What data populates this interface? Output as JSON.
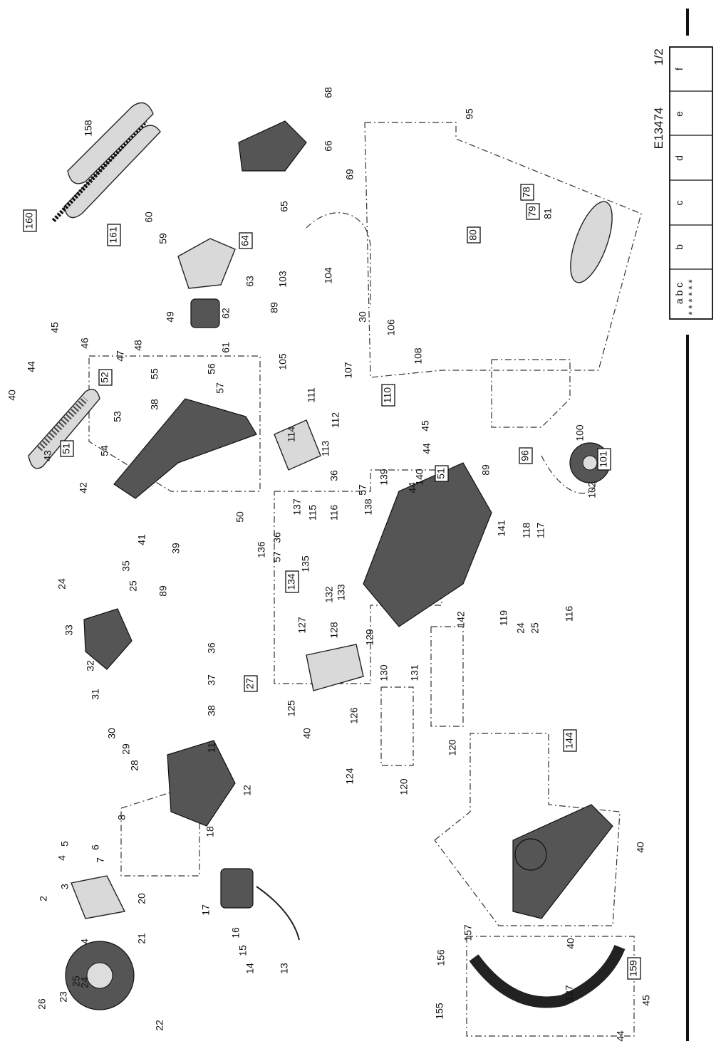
{
  "document_code": "E13474",
  "sheet": "1/2",
  "revision_table": {
    "columns": [
      "a b c",
      "b",
      "c",
      "d",
      "e",
      "f"
    ],
    "marks": [
      "*",
      "*",
      "*",
      "*",
      "*",
      "*"
    ]
  },
  "part_labels": [
    {
      "id": "n2",
      "text": "2",
      "boxed": false
    },
    {
      "id": "n3",
      "text": "3",
      "boxed": false
    },
    {
      "id": "n4a",
      "text": "4",
      "boxed": false
    },
    {
      "id": "n4b",
      "text": "4",
      "boxed": false
    },
    {
      "id": "n5",
      "text": "5",
      "boxed": false
    },
    {
      "id": "n6",
      "text": "6",
      "boxed": false
    },
    {
      "id": "n7",
      "text": "7",
      "boxed": false
    },
    {
      "id": "n8",
      "text": "8",
      "boxed": false
    },
    {
      "id": "n11",
      "text": "11",
      "boxed": false
    },
    {
      "id": "n12",
      "text": "12",
      "boxed": false
    },
    {
      "id": "n13",
      "text": "13",
      "boxed": false
    },
    {
      "id": "n14",
      "text": "14",
      "boxed": false
    },
    {
      "id": "n15",
      "text": "15",
      "boxed": false
    },
    {
      "id": "n16",
      "text": "16",
      "boxed": false
    },
    {
      "id": "n17",
      "text": "17",
      "boxed": false
    },
    {
      "id": "n18",
      "text": "18",
      "boxed": false
    },
    {
      "id": "n20",
      "text": "20",
      "boxed": false
    },
    {
      "id": "n21",
      "text": "21",
      "boxed": false
    },
    {
      "id": "n22",
      "text": "22",
      "boxed": false
    },
    {
      "id": "n23",
      "text": "23",
      "boxed": false
    },
    {
      "id": "n24a",
      "text": "24",
      "boxed": false
    },
    {
      "id": "n25a",
      "text": "25",
      "boxed": false
    },
    {
      "id": "n26",
      "text": "26",
      "boxed": false
    },
    {
      "id": "n27",
      "text": "27",
      "boxed": true
    },
    {
      "id": "n28",
      "text": "28",
      "boxed": false
    },
    {
      "id": "n29",
      "text": "29",
      "boxed": false
    },
    {
      "id": "n30a",
      "text": "30",
      "boxed": false
    },
    {
      "id": "n31",
      "text": "31",
      "boxed": false
    },
    {
      "id": "n32",
      "text": "32",
      "boxed": false
    },
    {
      "id": "n33",
      "text": "33",
      "boxed": false
    },
    {
      "id": "n24b",
      "text": "24",
      "boxed": false
    },
    {
      "id": "n25b",
      "text": "25",
      "boxed": false
    },
    {
      "id": "n35",
      "text": "35",
      "boxed": false
    },
    {
      "id": "n36a",
      "text": "36",
      "boxed": false
    },
    {
      "id": "n37a",
      "text": "37",
      "boxed": false
    },
    {
      "id": "n38a",
      "text": "38",
      "boxed": false
    },
    {
      "id": "n39",
      "text": "39",
      "boxed": false
    },
    {
      "id": "n40a",
      "text": "40",
      "boxed": false
    },
    {
      "id": "n40b",
      "text": "40",
      "boxed": false
    },
    {
      "id": "n41",
      "text": "41",
      "boxed": false
    },
    {
      "id": "n42",
      "text": "42",
      "boxed": false
    },
    {
      "id": "n43",
      "text": "43",
      "boxed": false
    },
    {
      "id": "n44a",
      "text": "44",
      "boxed": false
    },
    {
      "id": "n45a",
      "text": "45",
      "boxed": false
    },
    {
      "id": "n46",
      "text": "46",
      "boxed": false
    },
    {
      "id": "n47",
      "text": "47",
      "boxed": false
    },
    {
      "id": "n48",
      "text": "48",
      "boxed": false
    },
    {
      "id": "n49",
      "text": "49",
      "boxed": false
    },
    {
      "id": "n50",
      "text": "50",
      "boxed": false
    },
    {
      "id": "n51a",
      "text": "51",
      "boxed": true
    },
    {
      "id": "n52",
      "text": "52",
      "boxed": true
    },
    {
      "id": "n53",
      "text": "53",
      "boxed": false
    },
    {
      "id": "n54",
      "text": "54",
      "boxed": false
    },
    {
      "id": "n55",
      "text": "55",
      "boxed": false
    },
    {
      "id": "n56",
      "text": "56",
      "boxed": false
    },
    {
      "id": "n57a",
      "text": "57",
      "boxed": false
    },
    {
      "id": "n38b",
      "text": "38",
      "boxed": false
    },
    {
      "id": "n59",
      "text": "59",
      "boxed": false
    },
    {
      "id": "n60",
      "text": "60",
      "boxed": false
    },
    {
      "id": "n61",
      "text": "61",
      "boxed": false
    },
    {
      "id": "n62",
      "text": "62",
      "boxed": false
    },
    {
      "id": "n63",
      "text": "63",
      "boxed": false
    },
    {
      "id": "n64",
      "text": "64",
      "boxed": true
    },
    {
      "id": "n65",
      "text": "65",
      "boxed": false
    },
    {
      "id": "n66",
      "text": "66",
      "boxed": false
    },
    {
      "id": "n68",
      "text": "68",
      "boxed": false
    },
    {
      "id": "n69",
      "text": "69",
      "boxed": false
    },
    {
      "id": "n78",
      "text": "78",
      "boxed": true
    },
    {
      "id": "n79",
      "text": "79",
      "boxed": true
    },
    {
      "id": "n80",
      "text": "80",
      "boxed": true
    },
    {
      "id": "n81",
      "text": "81",
      "boxed": false
    },
    {
      "id": "n89a",
      "text": "89",
      "boxed": false
    },
    {
      "id": "n89b",
      "text": "89",
      "boxed": false
    },
    {
      "id": "n89c",
      "text": "89",
      "boxed": false
    },
    {
      "id": "n95",
      "text": "95",
      "boxed": false
    },
    {
      "id": "n96",
      "text": "96",
      "boxed": true
    },
    {
      "id": "n100",
      "text": "100",
      "boxed": false
    },
    {
      "id": "n101",
      "text": "101",
      "boxed": true
    },
    {
      "id": "n102",
      "text": "102",
      "boxed": false
    },
    {
      "id": "n103",
      "text": "103",
      "boxed": false
    },
    {
      "id": "n104",
      "text": "104",
      "boxed": false
    },
    {
      "id": "n105",
      "text": "105",
      "boxed": false
    },
    {
      "id": "n106",
      "text": "106",
      "boxed": false
    },
    {
      "id": "n107",
      "text": "107",
      "boxed": false
    },
    {
      "id": "n108",
      "text": "108",
      "boxed": false
    },
    {
      "id": "n110",
      "text": "110",
      "boxed": true
    },
    {
      "id": "n111",
      "text": "111",
      "boxed": false
    },
    {
      "id": "n112",
      "text": "112",
      "boxed": false
    },
    {
      "id": "n113",
      "text": "113",
      "boxed": false
    },
    {
      "id": "n114",
      "text": "114",
      "boxed": false
    },
    {
      "id": "n115",
      "text": "115",
      "boxed": false
    },
    {
      "id": "n116a",
      "text": "116",
      "boxed": false
    },
    {
      "id": "n116b",
      "text": "116",
      "boxed": false
    },
    {
      "id": "n117",
      "text": "117",
      "boxed": false
    },
    {
      "id": "n118",
      "text": "118",
      "boxed": false
    },
    {
      "id": "n119",
      "text": "119",
      "boxed": false
    },
    {
      "id": "n120a",
      "text": "120",
      "boxed": false
    },
    {
      "id": "n120b",
      "text": "120",
      "boxed": false
    },
    {
      "id": "n124",
      "text": "124",
      "boxed": false
    },
    {
      "id": "n125",
      "text": "125",
      "boxed": false
    },
    {
      "id": "n126",
      "text": "126",
      "boxed": false
    },
    {
      "id": "n127a",
      "text": "127",
      "boxed": false
    },
    {
      "id": "n127b",
      "text": "127",
      "boxed": false
    },
    {
      "id": "n128",
      "text": "128",
      "boxed": false
    },
    {
      "id": "n129",
      "text": "129",
      "boxed": false
    },
    {
      "id": "n130",
      "text": "130",
      "boxed": false
    },
    {
      "id": "n131",
      "text": "131",
      "boxed": false
    },
    {
      "id": "n132",
      "text": "132",
      "boxed": false
    },
    {
      "id": "n133",
      "text": "133",
      "boxed": false
    },
    {
      "id": "n134",
      "text": "134",
      "boxed": true
    },
    {
      "id": "n135",
      "text": "135",
      "boxed": false
    },
    {
      "id": "n136",
      "text": "136",
      "boxed": false
    },
    {
      "id": "n137",
      "text": "137",
      "boxed": false
    },
    {
      "id": "n138",
      "text": "138",
      "boxed": false
    },
    {
      "id": "n139",
      "text": "139",
      "boxed": false
    },
    {
      "id": "n140",
      "text": "140",
      "boxed": false
    },
    {
      "id": "n141",
      "text": "141",
      "boxed": false
    },
    {
      "id": "n142",
      "text": "142",
      "boxed": false
    },
    {
      "id": "n144",
      "text": "144",
      "boxed": true
    },
    {
      "id": "n155",
      "text": "155",
      "boxed": false
    },
    {
      "id": "n156",
      "text": "156",
      "boxed": false
    },
    {
      "id": "n157",
      "text": "157",
      "boxed": false
    },
    {
      "id": "n158",
      "text": "158",
      "boxed": false
    },
    {
      "id": "n159",
      "text": "159",
      "boxed": true
    },
    {
      "id": "n160",
      "text": "160",
      "boxed": true
    },
    {
      "id": "n161",
      "text": "161",
      "boxed": true
    },
    {
      "id": "n36b",
      "text": "36",
      "boxed": false
    },
    {
      "id": "n57b",
      "text": "57",
      "boxed": false
    },
    {
      "id": "n36c",
      "text": "36",
      "boxed": false
    },
    {
      "id": "n57c",
      "text": "57",
      "boxed": false
    },
    {
      "id": "n44b",
      "text": "44",
      "boxed": false
    },
    {
      "id": "n45b",
      "text": "45",
      "boxed": false
    },
    {
      "id": "n44c",
      "text": "44",
      "boxed": false
    },
    {
      "id": "n51b",
      "text": "51",
      "boxed": true
    },
    {
      "id": "n24c",
      "text": "24",
      "boxed": false
    },
    {
      "id": "n25c",
      "text": "25",
      "boxed": false
    },
    {
      "id": "n40c",
      "text": "40",
      "boxed": false
    },
    {
      "id": "n40d",
      "text": "40",
      "boxed": false
    },
    {
      "id": "n44d",
      "text": "44",
      "boxed": false
    },
    {
      "id": "n45c",
      "text": "45",
      "boxed": false
    },
    {
      "id": "n30b",
      "text": "30",
      "boxed": false
    }
  ]
}
